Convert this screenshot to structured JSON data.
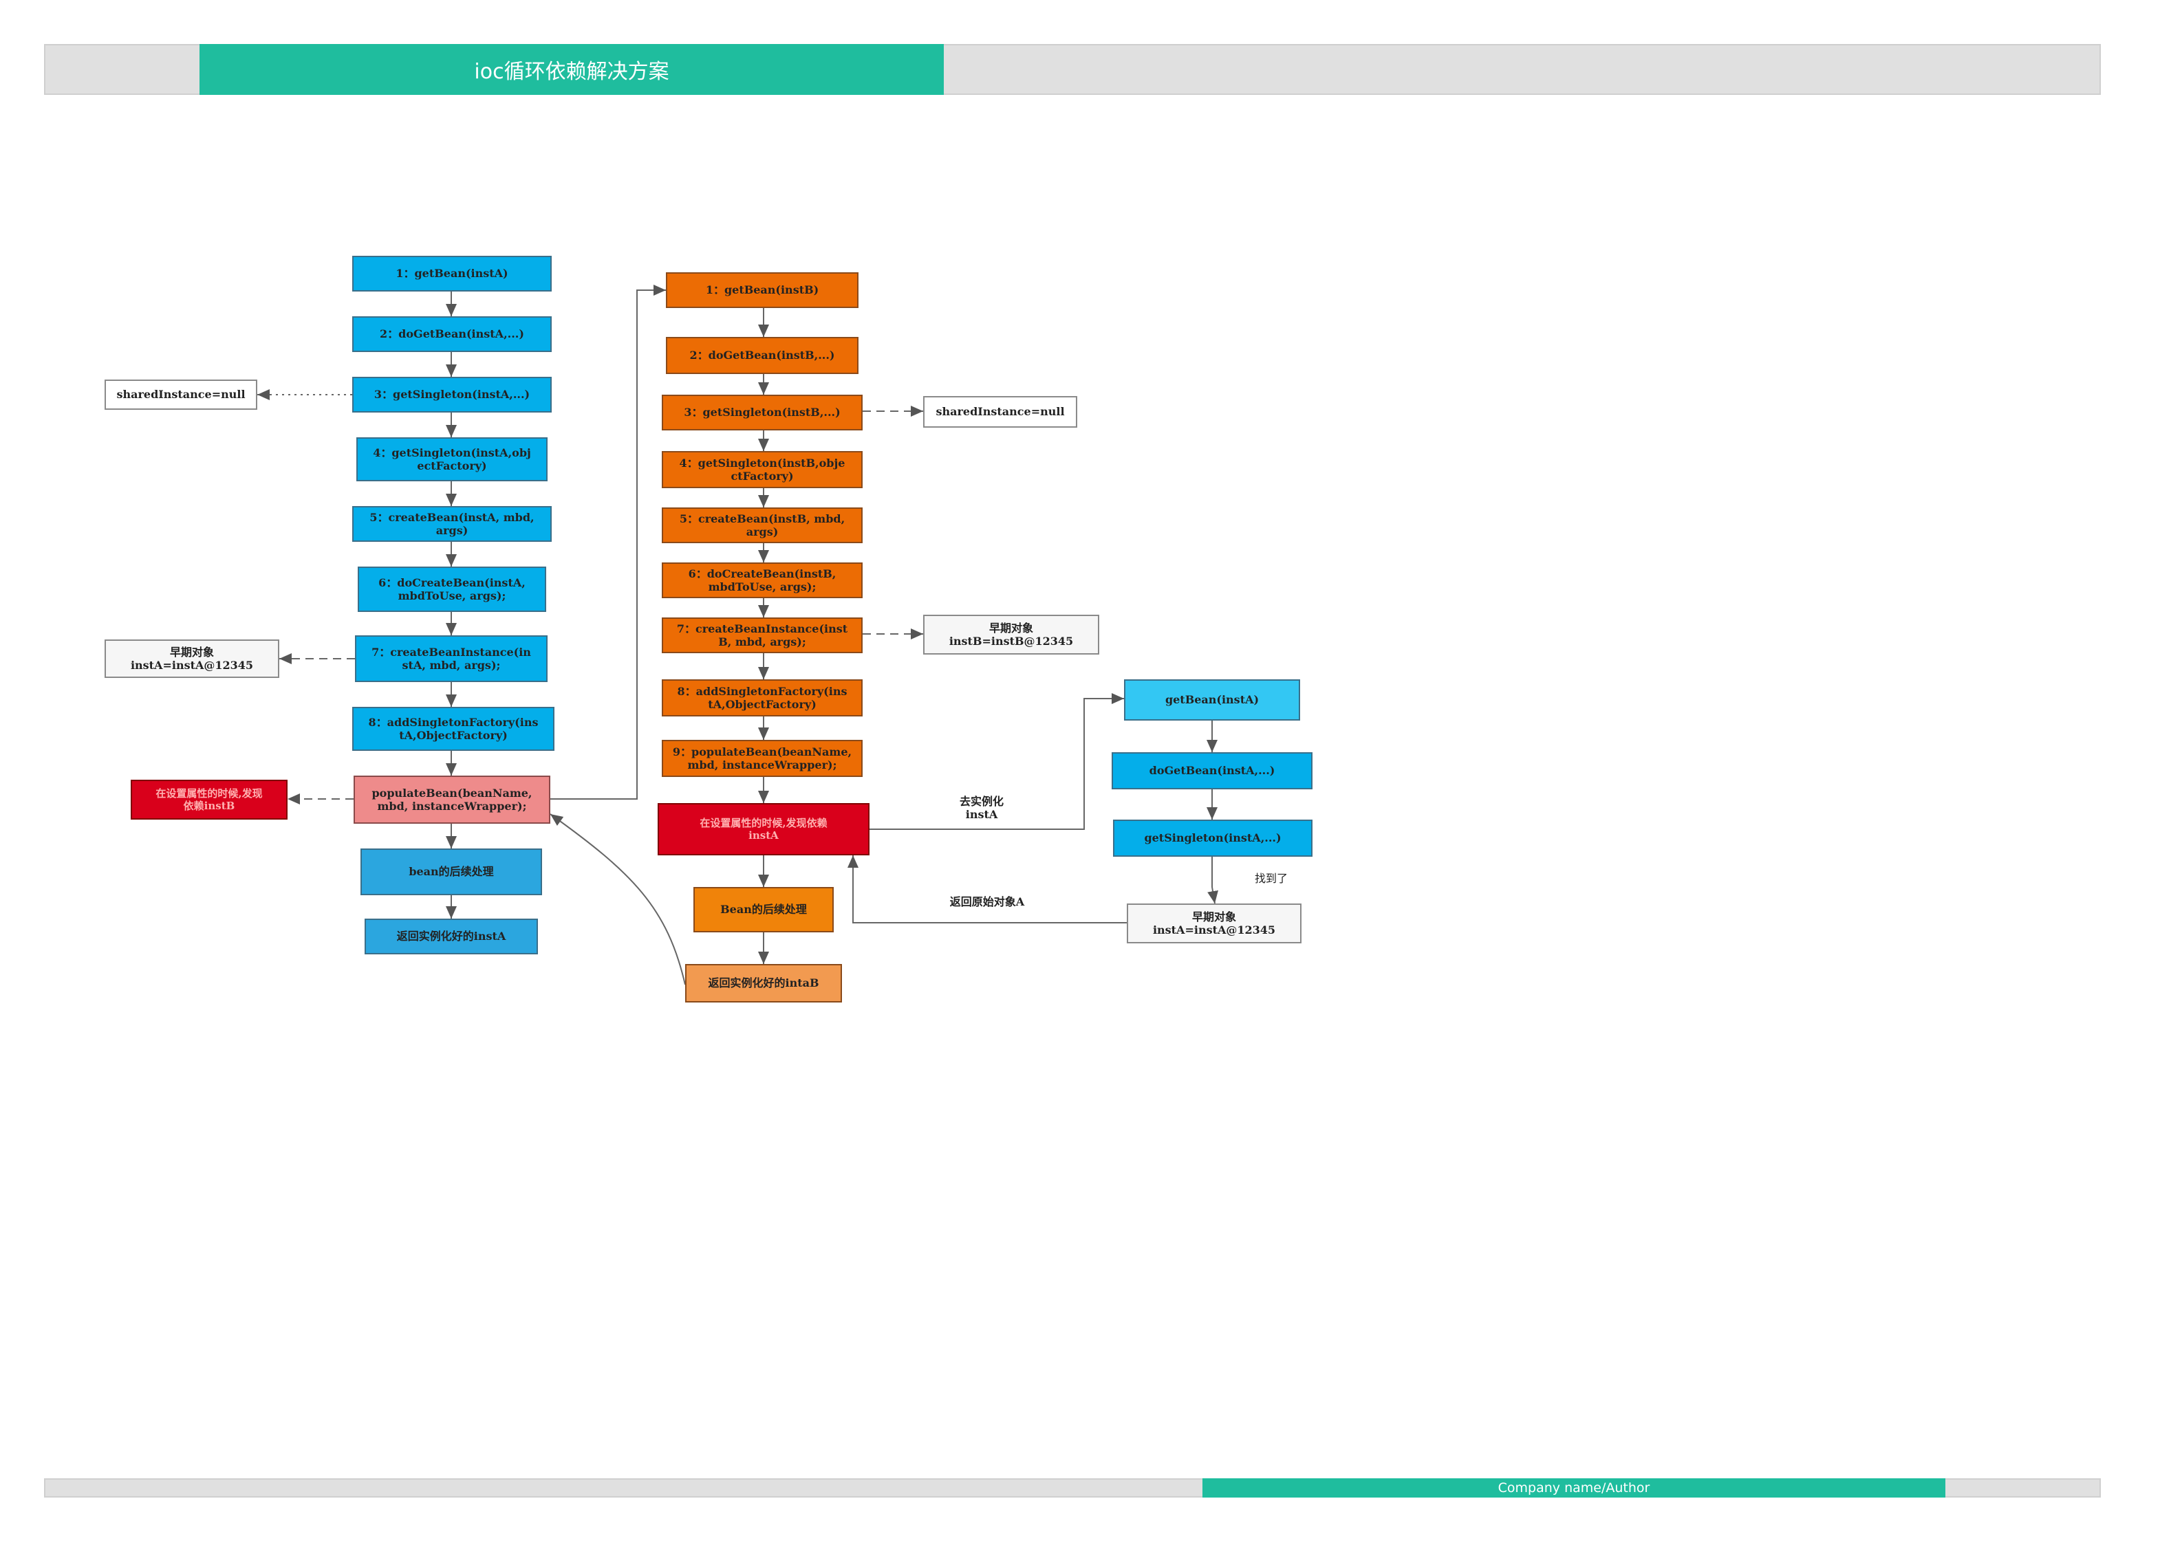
{
  "header": {
    "title": "ioc循环依赖解决方案"
  },
  "footer": {
    "author": "Company name/Author"
  },
  "colors": {
    "accent": "#1fbd9e",
    "blue": "#04aeea",
    "orange": "#ec6c04",
    "red": "#d9001b",
    "pink": "#ee8b8b"
  },
  "left_chain": {
    "s1": "1：getBean(instA)",
    "s2": "2：doGetBean(instA,...)",
    "s3": "3：getSingleton(instA,...)",
    "s4": "4：getSingleton(instA,obj\nectFactory)",
    "s5": "5：createBean(instA, mbd,\nargs)",
    "s6": "6：doCreateBean(instA,\nmbdToUse, args);",
    "s7": "7：createBeanInstance(in\nstA, mbd, args);",
    "s8": "8：addSingletonFactory(ins\ntA,ObjectFactory)",
    "s9": "populateBean(beanName,\nmbd, instanceWrapper);",
    "s10": "bean的后续处理",
    "s11": "返回实例化好的instA",
    "shared": "sharedInstance=null",
    "early": "早期对象\ninstA=instA@12345",
    "dep": "在设置属性的时候,发现\n依赖instB"
  },
  "right_chain": {
    "s1": "1：getBean(instB)",
    "s2": "2：doGetBean(instB,...)",
    "s3": "3：getSingleton(instB,...)",
    "s4": "4：getSingleton(instB,obje\nctFactory)",
    "s5": "5：createBean(instB, mbd,\nargs)",
    "s6": "6：doCreateBean(instB,\nmbdToUse, args);",
    "s7": "7：createBeanInstance(inst\nB, mbd, args);",
    "s8": "8：addSingletonFactory(ins\ntA,ObjectFactory)",
    "s9": "9：populateBean(beanName,\nmbd, instanceWrapper);",
    "dep": "在设置属性的时候,发现依赖\ninstA",
    "s10": "Bean的后续处理",
    "s11": "返回实例化好的intaB",
    "shared": "sharedInstance=null",
    "early": "早期对象\ninstB=instB@12345"
  },
  "lookup_chain": {
    "s1": "getBean(instA)",
    "s2": "doGetBean(instA,...)",
    "s3": "getSingleton(instA,...)",
    "found": "早期对象\ninstA=instA@12345"
  },
  "labels": {
    "go_instantiate": "去实例化\ninstA",
    "found_it": "找到了",
    "return_raw": "返回原始对象A"
  }
}
